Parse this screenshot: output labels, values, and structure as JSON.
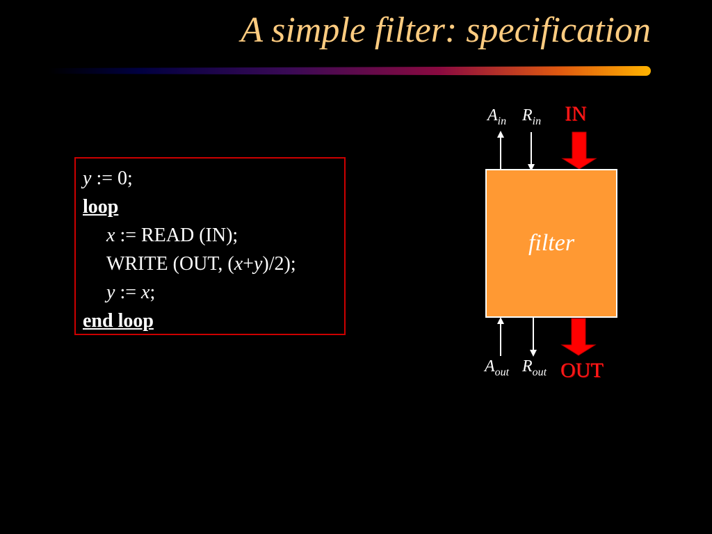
{
  "title": "A simple filter: specification",
  "colors": {
    "background": "#000000",
    "title": "#FFCC80",
    "code_border": "#CC0000",
    "filter_fill": "#FF9933",
    "port_arrow": "#FF0000",
    "port_label": "#FF1A1A"
  },
  "code": {
    "line1": {
      "var": "y",
      "rest": " := 0;"
    },
    "line2": {
      "kw": "loop"
    },
    "line3": {
      "var": "x",
      "rest": " := READ (IN);"
    },
    "line4": {
      "pre": "WRITE (OUT, (",
      "x": "x",
      "plus": "+",
      "y": "y",
      "post": ")/2);"
    },
    "line5": {
      "var": "y",
      "assign": " := ",
      "var2": "x",
      "end": ";"
    },
    "line6": {
      "kw": "end loop"
    }
  },
  "diagram": {
    "block_label": "filter",
    "signals": {
      "a_in": {
        "base": "A",
        "sub": "in"
      },
      "r_in": {
        "base": "R",
        "sub": "in"
      },
      "a_out": {
        "base": "A",
        "sub": "out"
      },
      "r_out": {
        "base": "R",
        "sub": "out"
      }
    },
    "port_in": "IN",
    "port_out": "OUT"
  }
}
